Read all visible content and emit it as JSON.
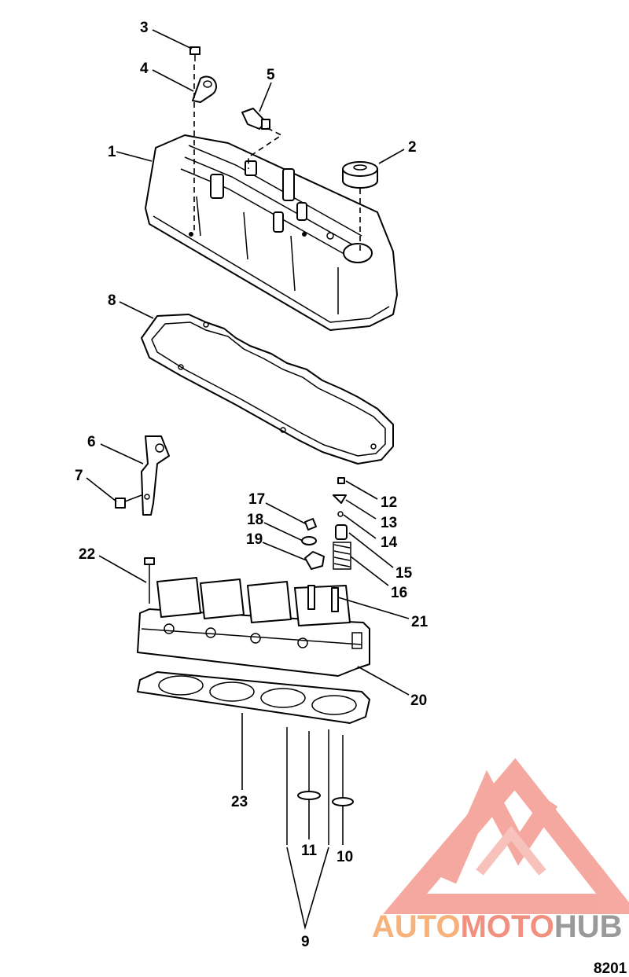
{
  "callouts": [
    "1",
    "2",
    "3",
    "4",
    "5",
    "6",
    "7",
    "8",
    "9",
    "10",
    "11",
    "12",
    "13",
    "14",
    "15",
    "16",
    "17",
    "18",
    "19",
    "20",
    "21",
    "22",
    "23"
  ],
  "watermark": {
    "part_a": "AUTO",
    "part_b": "MOTO",
    "part_c": "HUB",
    "colors": {
      "auto": "#f6b27a",
      "moto": "#f2907f",
      "hub": "#9a9a9a",
      "logo": "#f39a90"
    }
  },
  "figure_number": "8201"
}
